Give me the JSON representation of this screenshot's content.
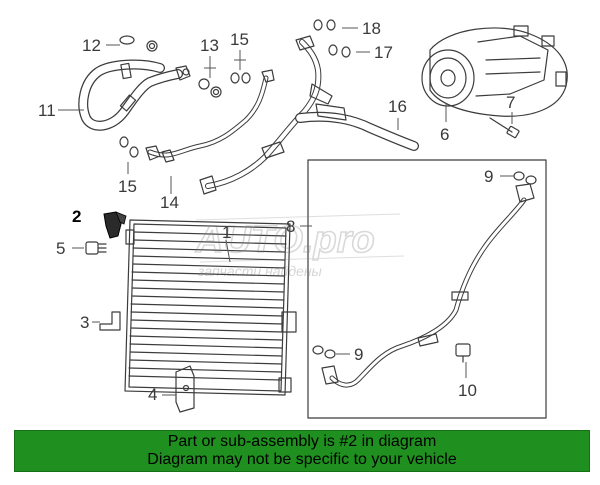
{
  "diagram": {
    "callouts": {
      "c1": "1",
      "c2": "2",
      "c3": "3",
      "c4": "4",
      "c5": "5",
      "c6": "6",
      "c7": "7",
      "c8": "8",
      "c9a": "9",
      "c9b": "9",
      "c10": "10",
      "c11": "11",
      "c12": "12",
      "c13": "13",
      "c14": "14",
      "c15a": "15",
      "c15b": "15",
      "c16": "16",
      "c17": "17",
      "c18": "18"
    },
    "highlighted_part": "2",
    "accent_color": "#2a2a2a"
  },
  "watermark": {
    "logo_text": "AUTO.pro",
    "caption": "запчасти найдены"
  },
  "banner": {
    "line1": "Part or sub-assembly is #2 in diagram",
    "line2": "Diagram may not be specific to your vehicle",
    "color": "#1f8f1f"
  }
}
